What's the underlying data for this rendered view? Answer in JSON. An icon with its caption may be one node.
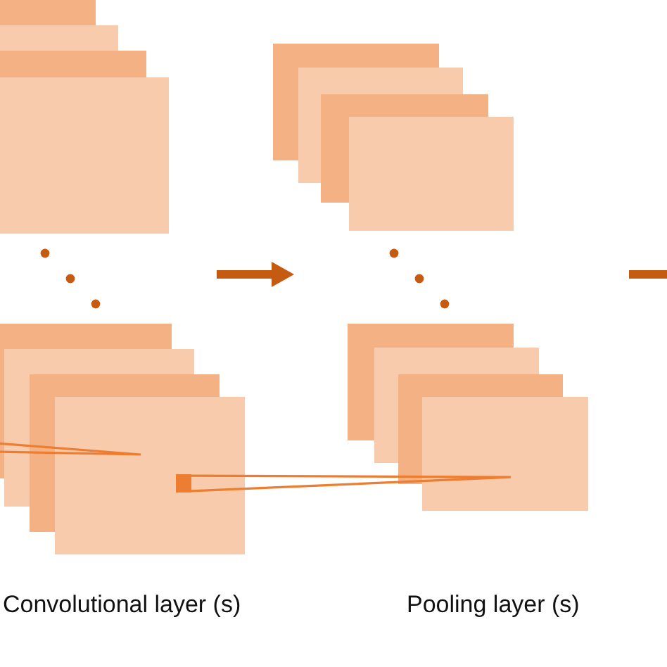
{
  "diagram": {
    "nodes": [
      {
        "text": [],
        "shape": "box"
      },
      {
        "text": [],
        "shape": "box"
      },
      {
        "text": [],
        "shape": "box"
      },
      {
        "text": [],
        "shape": "box",
        "in": 2
      },
      {
        "text": [],
        "shape": "box"
      }
    ],
    "edges": [
      {
        "from": 3,
        "to": 4,
        "arrow": "none"
      }
    ],
    "labels": [
      "Convolutional layer (s)",
      "Pooling layer (s)"
    ]
  }
}
